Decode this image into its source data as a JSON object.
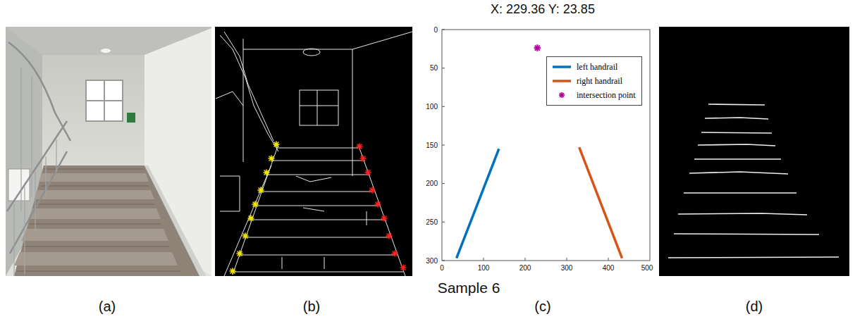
{
  "diagram": {
    "labels": [
      "X: 229.36 Y: 23.85",
      "0",
      "50",
      "100",
      "150",
      "200",
      "250",
      "300",
      "0",
      "100",
      "200",
      "300",
      "400",
      "500",
      "Sample 6",
      "(a)",
      "(b)",
      "(c)",
      "(d)"
    ],
    "legend": [
      {
        "text": "left handrail"
      },
      {
        "text": "right handrail"
      },
      {
        "text": "intersection point"
      }
    ]
  }
}
